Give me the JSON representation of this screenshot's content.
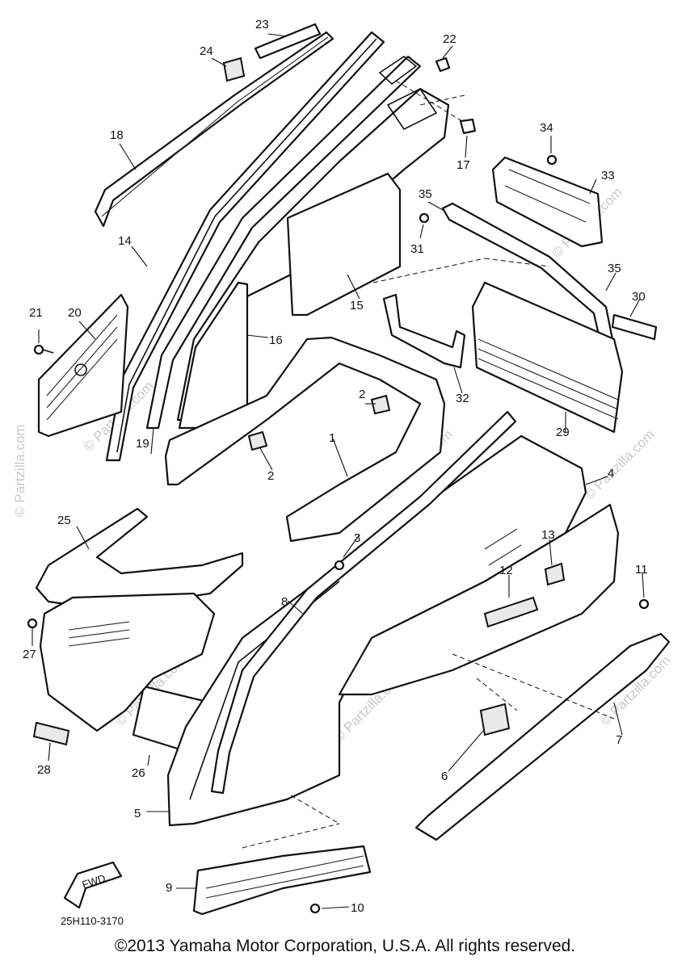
{
  "callouts": [
    {
      "id": "1",
      "label": "1"
    },
    {
      "id": "2a",
      "label": "2"
    },
    {
      "id": "2b",
      "label": "2"
    },
    {
      "id": "3",
      "label": "3"
    },
    {
      "id": "4",
      "label": "4"
    },
    {
      "id": "5",
      "label": "5"
    },
    {
      "id": "6",
      "label": "6"
    },
    {
      "id": "7",
      "label": "7"
    },
    {
      "id": "8",
      "label": "8"
    },
    {
      "id": "9",
      "label": "9"
    },
    {
      "id": "10",
      "label": "10"
    },
    {
      "id": "11",
      "label": "11"
    },
    {
      "id": "12",
      "label": "12"
    },
    {
      "id": "13",
      "label": "13"
    },
    {
      "id": "14",
      "label": "14"
    },
    {
      "id": "15",
      "label": "15"
    },
    {
      "id": "16",
      "label": "16"
    },
    {
      "id": "17",
      "label": "17"
    },
    {
      "id": "18",
      "label": "18"
    },
    {
      "id": "19",
      "label": "19"
    },
    {
      "id": "20",
      "label": "20"
    },
    {
      "id": "21",
      "label": "21"
    },
    {
      "id": "22",
      "label": "22"
    },
    {
      "id": "23",
      "label": "23"
    },
    {
      "id": "24",
      "label": "24"
    },
    {
      "id": "25",
      "label": "25"
    },
    {
      "id": "26",
      "label": "26"
    },
    {
      "id": "27",
      "label": "27"
    },
    {
      "id": "28",
      "label": "28"
    },
    {
      "id": "29",
      "label": "29"
    },
    {
      "id": "30",
      "label": "30"
    },
    {
      "id": "31",
      "label": "31"
    },
    {
      "id": "32",
      "label": "32"
    },
    {
      "id": "33",
      "label": "33"
    },
    {
      "id": "34",
      "label": "34"
    },
    {
      "id": "35a",
      "label": "35"
    },
    {
      "id": "35b",
      "label": "35"
    }
  ],
  "watermark": "© Partzilla.com",
  "fwd_label": "FWD",
  "diagram_code": "25H110-3170",
  "copyright": "©2013 Yamaha Motor Corporation, U.S.A. All rights reserved."
}
